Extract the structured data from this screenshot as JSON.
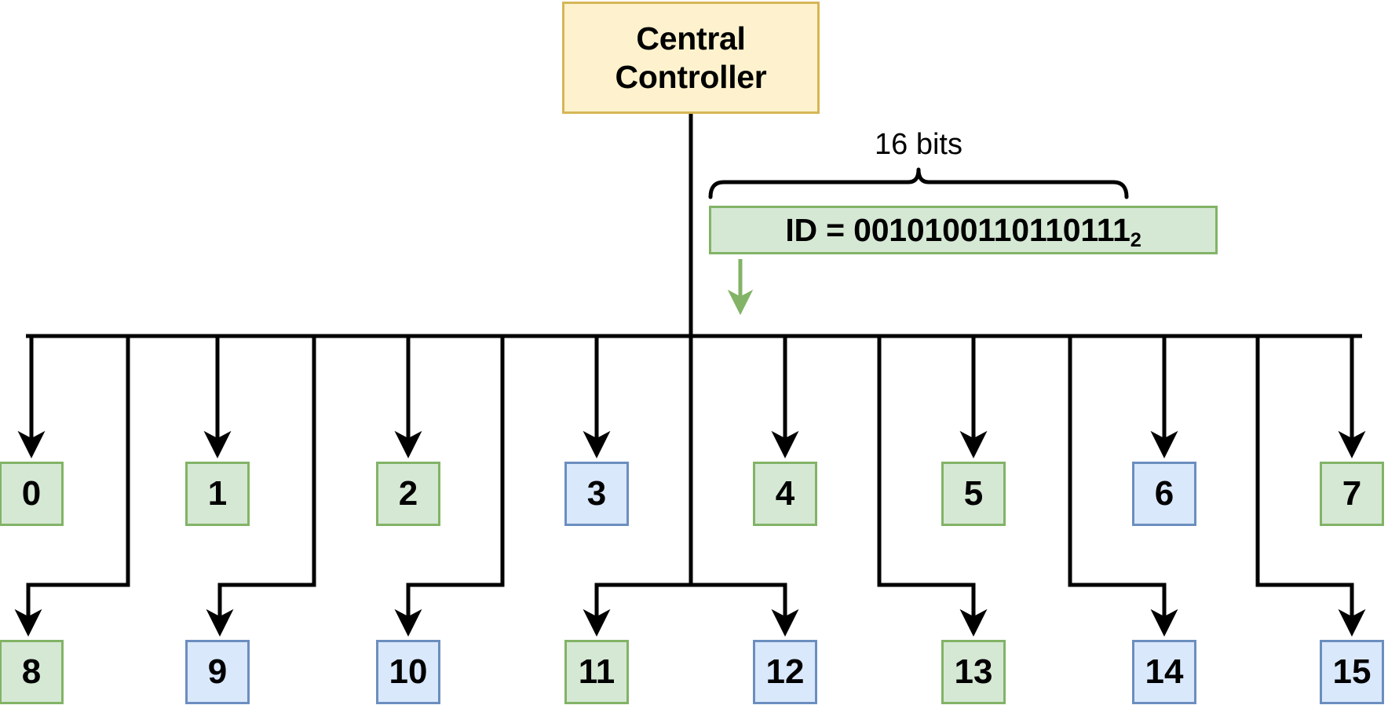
{
  "diagram": {
    "title_lines": [
      "Central",
      "Controller"
    ],
    "bits_annotation": "16 bits",
    "id_prefix": "ID = ",
    "id_binary": "0010100110110111",
    "id_subscript": "2",
    "colors": {
      "controller_fill": "#fdf2cd",
      "controller_stroke": "#d6b656",
      "green_fill": "#d5e8d4",
      "green_stroke": "#82b366",
      "blue_fill": "#dae8fc",
      "blue_stroke": "#6c8ebf",
      "line": "#000000",
      "id_arrow": "#82b366"
    },
    "nodes_row1": [
      {
        "label": "0",
        "color": "green"
      },
      {
        "label": "1",
        "color": "green"
      },
      {
        "label": "2",
        "color": "green"
      },
      {
        "label": "3",
        "color": "blue"
      },
      {
        "label": "4",
        "color": "green"
      },
      {
        "label": "5",
        "color": "green"
      },
      {
        "label": "6",
        "color": "blue"
      },
      {
        "label": "7",
        "color": "green"
      }
    ],
    "nodes_row2": [
      {
        "label": "8",
        "color": "green"
      },
      {
        "label": "9",
        "color": "blue"
      },
      {
        "label": "10",
        "color": "blue"
      },
      {
        "label": "11",
        "color": "green"
      },
      {
        "label": "12",
        "color": "blue"
      },
      {
        "label": "13",
        "color": "green"
      },
      {
        "label": "14",
        "color": "blue"
      },
      {
        "label": "15",
        "color": "blue"
      }
    ]
  }
}
